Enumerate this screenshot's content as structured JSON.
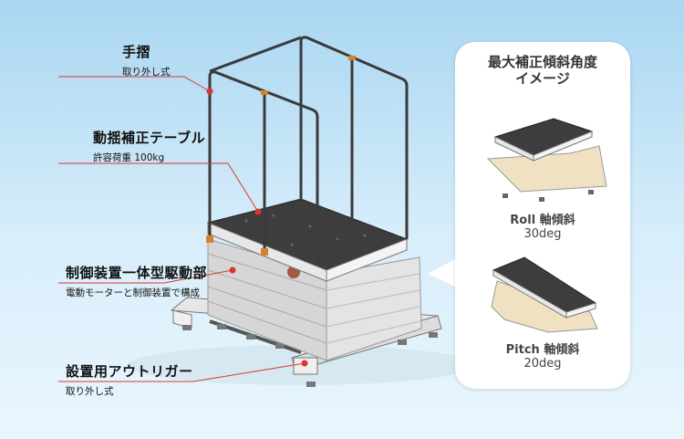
{
  "labels": {
    "handrail": {
      "title": "手摺",
      "sub": "取り外し式"
    },
    "table": {
      "title": "動揺補正テーブル",
      "sub": "許容荷重 100kg"
    },
    "drive": {
      "title": "制御装置一体型駆動部",
      "sub": "電動モーターと制御装置で構成"
    },
    "outrigger": {
      "title": "設置用アウトリガー",
      "sub": "取り外し式"
    }
  },
  "panel": {
    "title_line1": "最大補正傾斜角度",
    "title_line2": "イメージ",
    "roll": {
      "name": "Roll 軸傾斜",
      "value": "30deg"
    },
    "pitch": {
      "name": "Pitch 軸傾斜",
      "value": "20deg"
    }
  },
  "colors": {
    "leader_line": "#d9372b",
    "background_top": "#a9d6f1",
    "frame": "#e8e8e8",
    "table_top": "#3c3c3c",
    "bellows": "#d8d8d8"
  }
}
